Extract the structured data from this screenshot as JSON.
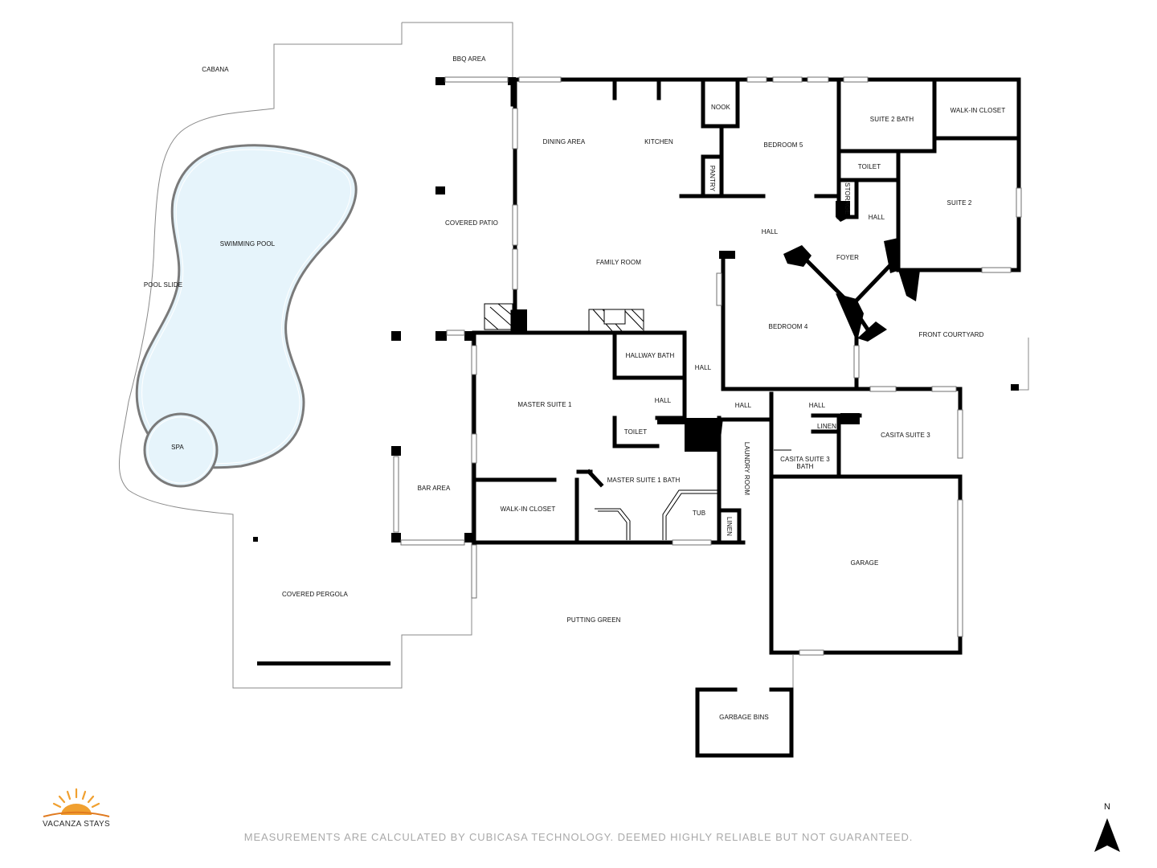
{
  "rooms": {
    "cabana": "CABANA",
    "bbq_area": "BBQ AREA",
    "swimming_pool": "SWIMMING POOL",
    "pool_slide": "POOL SLIDE",
    "spa": "SPA",
    "covered_patio": "COVERED PATIO",
    "covered_pergola": "COVERED PERGOLA",
    "bar_area": "BAR AREA",
    "putting_green": "PUTTING GREEN",
    "dining_area": "DINING AREA",
    "kitchen": "KITCHEN",
    "nook": "NOOK",
    "pantry": "PANTRY",
    "family_room": "FAMILY ROOM",
    "bedroom_5": "BEDROOM 5",
    "suite_2_bath": "SUITE 2 BATH",
    "walk_in_closet_suite2": "WALK-IN CLOSET",
    "toilet_suite2": "TOILET",
    "storage": "STORAGE",
    "hall_upper": "HALL",
    "hall_center": "HALL",
    "suite_2": "SUITE 2",
    "foyer": "FOYER",
    "bedroom_4": "BEDROOM 4",
    "front_courtyard": "FRONT COURTYARD",
    "hallway_bath": "HALLWAY BATH",
    "hall_mid": "HALL",
    "hall_small": "HALL",
    "master_suite_1": "MASTER SUITE 1",
    "toilet_master": "TOILET",
    "master_suite_1_bath": "MASTER SUITE 1 BATH",
    "walk_in_closet_master": "WALK-IN CLOSET",
    "tub": "TUB",
    "hall_laundry": "HALL",
    "hall_casita": "HALL",
    "laundry_room": "LAUNDRY ROOM",
    "linen_lower": "LINEN",
    "linen_casita": "LINEN",
    "casita_suite_3_bath_line1": "CASITA SUITE 3",
    "casita_suite_3_bath_line2": "BATH",
    "casita_suite_3": "CASITA SUITE 3",
    "garage": "GARAGE",
    "garbage_bins": "GARBAGE BINS"
  },
  "compass": {
    "label": "N"
  },
  "logo": {
    "text": "VACANZA STAYS"
  },
  "disclaimer": "MEASUREMENTS ARE CALCULATED BY CUBICASA TECHNOLOGY. DEEMED HIGHLY RELIABLE BUT NOT GUARANTEED.",
  "colors": {
    "wall": "#000000",
    "pool_fill": "#e6f4fb",
    "outline": "#8a8a8a",
    "logo_orange": "#f0a030"
  }
}
